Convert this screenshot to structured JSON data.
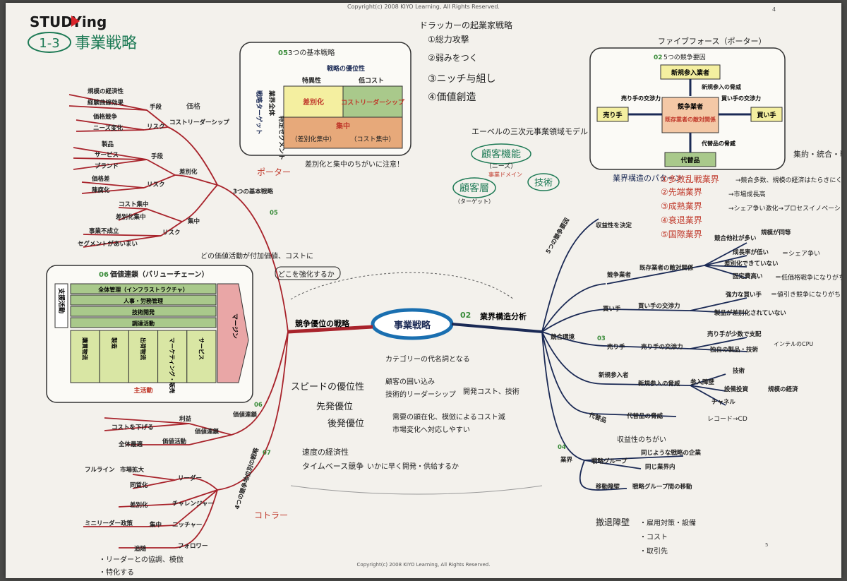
{
  "copyright_top": "Copyright(c) 2008 KIYO Learning, All Rights Reserved.",
  "copyright_bottom": "Copyright(c) 2008 KIYO Learning, All Rights Reserved.",
  "page_number": "4",
  "page_number_bottom": "5",
  "brand": "STUDYing",
  "chapter_number": "1-3",
  "chapter_title": "事業戦略",
  "center_node": "事業戦略",
  "colors": {
    "red": "#c0392b",
    "darkred": "#a8232b",
    "navy": "#1b2a55",
    "green": "#1d7a55",
    "pink": "#e9a6a6",
    "olive": "#d9e6a4"
  },
  "branches": {
    "left_main": "競争優位の戦略",
    "right_main": "業界構造分析",
    "num_02": "02",
    "three_strategies": "3つの基本戦略",
    "num_05": "05",
    "value_chain": "価値連鎖",
    "num_06": "06",
    "kotler_strategy": "4つの競争地位別の戦略",
    "num_07": "07",
    "five_forces_branch": "5つの競争要因",
    "profitability": "収益性を決定",
    "environment": "競合環境",
    "num_03": "03",
    "industry": "業界",
    "num_04": "04"
  },
  "porter_handwritten": "ポーター",
  "kotler_handwritten": "コトラー",
  "left_subtree": {
    "cost_leadership": "コストリーダーシップ",
    "cl_means": "手段",
    "cl_risk": "リスク",
    "scale": "規模の経済性",
    "experience": "経験曲線効果",
    "price_comp": "価格競争",
    "needs_change": "ニーズ変化",
    "differentiation": "差別化",
    "d_means": "手段",
    "d_risk": "リスク",
    "product": "製品",
    "service": "サービス",
    "brand_item": "ブランド",
    "price_gap": "価格差",
    "obsolescence": "陳腐化",
    "focus": "集中",
    "f_risk": "リスク",
    "cost_focus": "コスト集中",
    "diff_focus": "差別化集中",
    "biz_fail": "事業不成立",
    "segment_exists": "セグメントがあいまい",
    "margin_profit": "利益",
    "lower_cost": "コストを下げる",
    "value_activity": "価値活動",
    "total_opt": "全体最適",
    "value_chain_box": "価値連鎖",
    "leader": "リーダー",
    "challenger": "チャレンジャー",
    "nicher": "ニッチャー",
    "follower": "フォロワー",
    "full_line": "フルライン",
    "market_expand": "市場拡大",
    "same_ization": "同質化",
    "diff2": "差別化",
    "mini_leader": "ミニリーダー政策",
    "focus2": "集中",
    "imitation": "追随"
  },
  "right_subtree": {
    "competitors": "競争業者",
    "rivalry": "既存業者の敵対関係",
    "many_rivals": "競合他社が多い",
    "same_scale": "規模が同等",
    "low_growth": "成長率が低い",
    "no_diff": "差別化できていない",
    "fixed_cost": "固定費高い",
    "buyers": "買い手",
    "buyer_power": "買い手の交渉力",
    "strong_buyer": "強力な買い手",
    "no_product_diff": "製品が差別化されていない",
    "sellers": "売り手",
    "seller_power": "売り手の交渉力",
    "few_sellers": "売り手が少数で支配",
    "unique_tech": "独自の製品・技術",
    "new_entrants": "新規参入者",
    "entry_threat": "新規参入の脅威",
    "entry_barrier": "参入障壁",
    "tech": "技術",
    "investment": "設備投資",
    "channel": "チャネル",
    "scale_econ": "規模の経済",
    "substitutes": "代替品",
    "sub_threat": "代替品の脅威",
    "strategic_group": "戦略グループ",
    "same_strategy": "同じような戦略の企業",
    "same_industry": "同じ業界内",
    "mobility_barrier": "移動障壁",
    "group_move": "戦略グループ間の移動",
    "exit_barrier": "撤退障壁"
  },
  "box05": {
    "num": "05",
    "title": "3つの基本戦略",
    "top_label": "戦略の優位性",
    "col1": "特異性",
    "col2": "低コスト",
    "row_side": "戦略ターゲット",
    "row1": "業界全体",
    "row2": "特定セグメント",
    "cell_diff": "差別化",
    "cell_cost": "コストリーダーシップ",
    "cell_focus": "集中",
    "cell_diff_focus": "（差別化集中）",
    "cell_cost_focus": "（コスト集中）"
  },
  "box02": {
    "num": "02",
    "title": "5つの競争要因",
    "new_entrant": "新規参入業者",
    "new_threat": "新規参入の脅威",
    "seller": "売り手",
    "seller_power": "売り手の交渉力",
    "buyer": "買い手",
    "buyer_power": "買い手の交渉力",
    "center_title": "競争業者",
    "center_sub": "既存業者の敵対関係",
    "substitute": "代替品",
    "sub_threat": "代替品の脅威"
  },
  "box06": {
    "num": "06",
    "title": "価値連鎖（バリューチェーン）",
    "support": "支援活動",
    "primary": "主活動",
    "s1": "全体管理（インフラストラクチャ）",
    "s2": "人事・労務管理",
    "s3": "技術開発",
    "s4": "調達活動",
    "p1": "購買物流",
    "p2": "製造",
    "p3": "出荷物流",
    "p4": "マーケティング・販売",
    "p5": "サービス",
    "margin": "マージン"
  },
  "notes": {
    "drucker_title": "ドラッカーの起業家戦略",
    "drucker_1": "①総力攻撃",
    "drucker_2": "②弱みをつく",
    "drucker_3": "③ニッチ与組し",
    "drucker_4": "④価値創造",
    "five_forces_title": "ファイブフォース（ポーター）",
    "abell_title": "エーベルの三次元事業領域モデル",
    "abell_func": "顧客機能",
    "abell_needs": "（ニーズ）",
    "abell_cust": "顧客層",
    "abell_target": "（ターゲット）",
    "abell_tech": "技術",
    "abell_domain": "事業ドメイン",
    "industry_pattern": "業界構造のパターン",
    "pat1": "①多数乱戦業界",
    "pat2": "②先端業界",
    "pat3": "③成熟業界",
    "pat4": "④衰退業界",
    "pat5": "⑤国際業界",
    "pat1_note": "→競合多数、規模の経済はたらきにくい",
    "pat2_note": "→市場成長高",
    "pat3_note": "→シェア争い激化→プロセスイノベーション",
    "concentrate": "集約・統合・戦略",
    "diff_vs_focus": "差別化と集中のちがいに注意！",
    "value_question": "どの価値活動が付加価値、コストに",
    "value_question2": "どこを強化するか",
    "speed_title": "スピードの優位性",
    "first_mover": "先発優位",
    "second_mover": "後発優位",
    "category_note": "カテゴリーの代名詞となる",
    "customer_lockin": "顧客の囲い込み",
    "tech_leader": "技術的リーダーシップ",
    "dev_cost": "開発コスト、技術",
    "second_note": "需要の顕在化、模倣によるコスト減",
    "market_change": "市場変化へ対応しやすい",
    "speed_econ": "速度の経済性",
    "time_based": "タイムベース競争",
    "time_based_note": "いかに早く開発・供給するか",
    "porter_note": "価格",
    "exit_note1": "・雇用対策・設備",
    "exit_note2": "・コスト",
    "exit_note3": "・取引先",
    "record_cd": "レコード→CD",
    "intel_cpu": "インテルのCPU",
    "profit_diff": "収益性のちがい",
    "shared_price": "・価格差",
    "leader_note1": "・リーダーとの協調、模倣",
    "leader_note2": "・特化する",
    "fixed_cost_note": "＝低価格戦争になりがち",
    "strong_buyer_note": "＝値引き競争になりがち",
    "low_growth_note": "＝シェア争い"
  }
}
